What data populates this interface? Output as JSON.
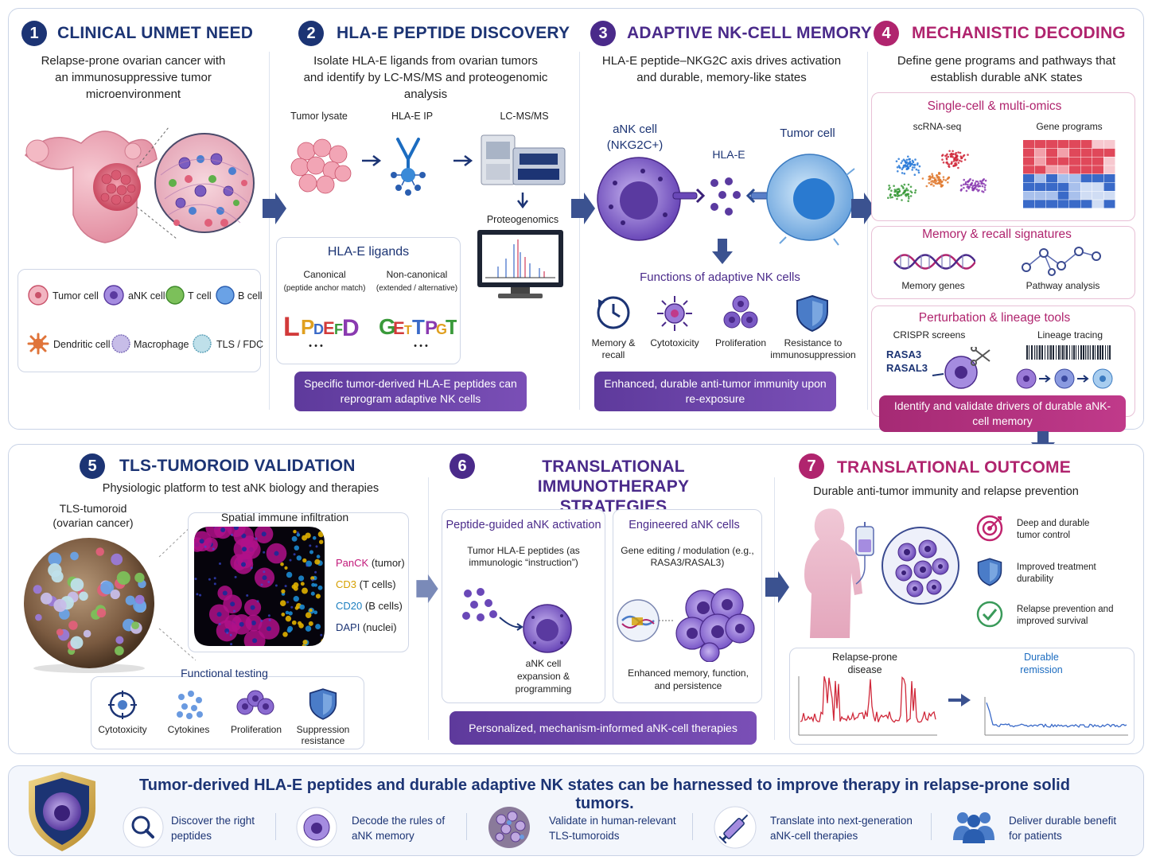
{
  "panel1": {
    "num": "1",
    "title": "CLINICAL UNMET NEED",
    "desc": "Relapse-prone ovarian cancer with an immunosuppressive tumor microenvironment",
    "legend": [
      "Tumor cell",
      "aNK cell",
      "T cell",
      "B cell",
      "Dendritic cell",
      "Macrophage",
      "TLS / FDC"
    ]
  },
  "panel2": {
    "num": "2",
    "title": "HLA-E PEPTIDE DISCOVERY",
    "desc": "Isolate HLA-E ligands from ovarian tumors and identify by LC-MS/MS and proteogenomic analysis",
    "step1": "Tumor lysate",
    "step2": "HLA-E IP",
    "step3": "LC-MS/MS",
    "step4": "Proteogenomics",
    "ligands_title": "HLA-E ligands",
    "canonical": "Canonical",
    "canonical_sub": "(peptide anchor match)",
    "noncanonical": "Non-canonical",
    "noncanonical_sub": "(extended / alternative)",
    "ellipsis": "• • •",
    "pill": "Specific tumor-derived HLA-E peptides can reprogram adaptive NK cells"
  },
  "panel3": {
    "num": "3",
    "title": "ADAPTIVE NK-CELL MEMORY",
    "desc": "HLA-E peptide–NKG2C axis drives activation and durable, memory-like states",
    "ank_label": "aNK cell (NKG2C+)",
    "hla_label": "HLA-E",
    "tumor_label": "Tumor cell",
    "functions_title": "Functions of adaptive NK cells",
    "functions": [
      "Memory & recall",
      "Cytotoxicity",
      "Proliferation",
      "Resistance to immunosuppression"
    ],
    "pill": "Enhanced, durable anti-tumor immunity upon re-exposure"
  },
  "panel4": {
    "num": "4",
    "title": "MECHANISTIC DECODING",
    "desc": "Define gene programs and pathways that establish durable aNK states",
    "box1_title": "Single-cell & multi-omics",
    "scrna": "scRNA-seq",
    "gene_programs": "Gene programs",
    "box2_title": "Memory & recall signatures",
    "memory_genes": "Memory genes",
    "pathway": "Pathway analysis",
    "box3_title": "Perturbation & lineage tools",
    "crispr": "CRISPR screens",
    "lineage": "Lineage tracing",
    "gene1": "RASA3",
    "gene2": "RASAL3",
    "pill": "Identify and validate drivers of durable aNK-cell memory"
  },
  "panel5": {
    "num": "5",
    "title": "TLS-TUMOROID VALIDATION",
    "desc": "Physiologic platform to test aNK biology and therapies",
    "tumoroid_label": "TLS-tumoroid (ovarian cancer)",
    "spatial_title": "Spatial immune infiltration",
    "markers": [
      {
        "name": "PanCK",
        "desc": " (tumor)",
        "color": "#c2187a"
      },
      {
        "name": "CD3",
        "desc": " (T cells)",
        "color": "#d6a000"
      },
      {
        "name": "CD20",
        "desc": " (B cells)",
        "color": "#1c7fc0"
      },
      {
        "name": "DAPI",
        "desc": " (nuclei)",
        "color": "#1c3474"
      }
    ],
    "func_title": "Functional testing",
    "functions": [
      "Cytotoxicity",
      "Cytokines",
      "Proliferation",
      "Suppression resistance"
    ]
  },
  "panel6": {
    "num": "6",
    "title": "TRANSLATIONAL IMMUNOTHERAPY STRATEGIES",
    "left_title": "Peptide-guided aNK activation",
    "left_sub": "Tumor HLA-E peptides (as immunologic “instruction”)",
    "left_caption": "aNK cell expansion & programming",
    "right_title": "Engineered aNK cells",
    "right_sub": "Gene editing / modulation (e.g., RASA3/RASAL3)",
    "right_caption": "Enhanced memory, function, and persistence",
    "pill": "Personalized, mechanism-informed aNK-cell therapies"
  },
  "panel7": {
    "num": "7",
    "title": "TRANSLATIONAL OUTCOME",
    "desc": "Durable anti-tumor immunity and relapse prevention",
    "outcomes": [
      "Deep and durable tumor control",
      "Improved treatment durability",
      "Relapse prevention and improved survival"
    ],
    "relapse_label": "Relapse-prone disease",
    "remission_label": "Durable remission"
  },
  "footer": {
    "headline": "Tumor-derived HLA-E peptides and durable adaptive NK states can be harnessed to improve therapy in relapse-prone solid tumors.",
    "items": [
      "Discover the right peptides",
      "Decode the rules of aNK memory",
      "Validate in human-relevant TLS-tumoroids",
      "Translate into next-generation aNK-cell therapies",
      "Deliver durable benefit for patients"
    ]
  },
  "colors": {
    "navy": "#1c3474",
    "purple": "#4a2a8a",
    "magenta": "#b0246e"
  }
}
